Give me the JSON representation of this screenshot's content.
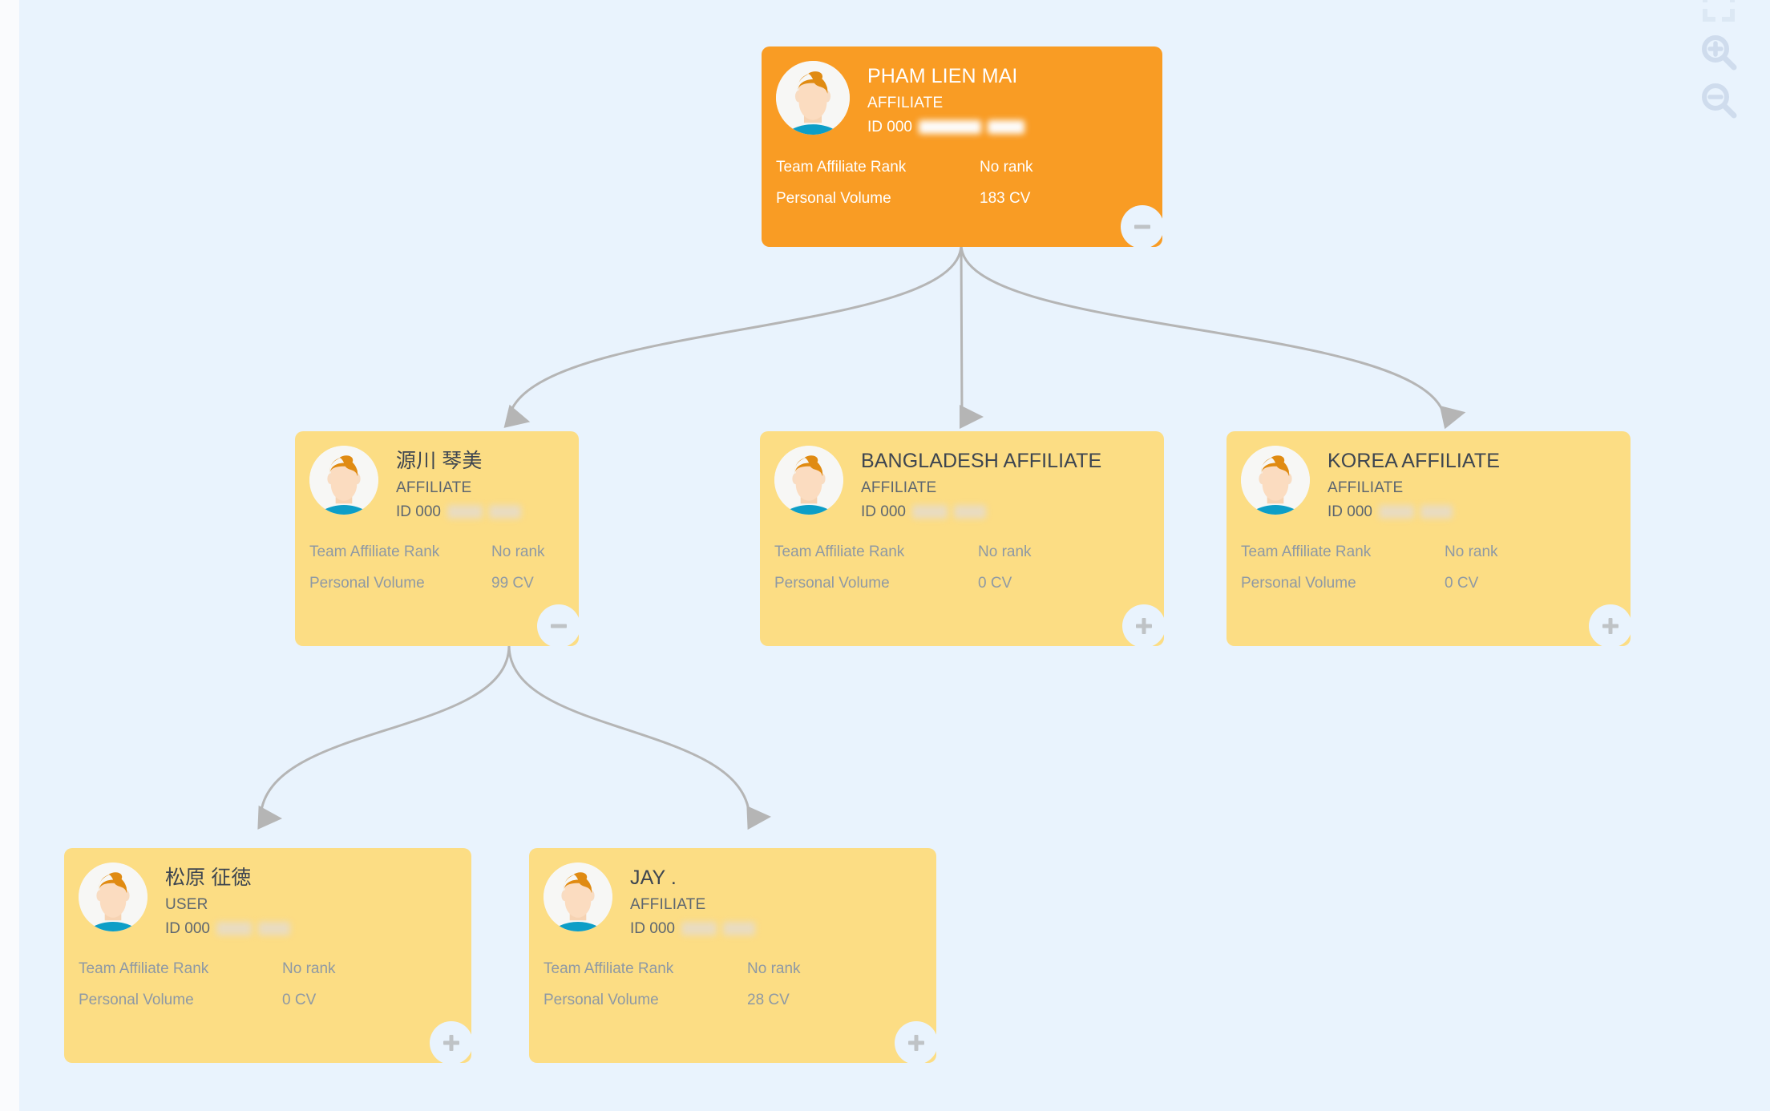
{
  "canvas": {
    "background_color": "#e9f3fd",
    "page_background_color": "#fafbfd",
    "edge_color": "#b5b5b5"
  },
  "controls": {
    "fullscreen_label": "fullscreen-toggle",
    "zoom_in_label": "zoom-in",
    "zoom_out_label": "zoom-out"
  },
  "labels": {
    "team_affiliate_rank": "Team Affiliate Rank",
    "personal_volume": "Personal Volume",
    "id_prefix": "ID 000"
  },
  "tree": {
    "root_id": "pham-lien-mai",
    "nodes": [
      {
        "id": "pham-lien-mai",
        "name": "PHAM LIEN MAI",
        "role": "AFFILIATE",
        "id_text": "ID 000",
        "id_masked": true,
        "team_affiliate_rank": "No rank",
        "personal_volume": "183 CV",
        "card_color": "#f99c24",
        "level": 0,
        "expanded": true,
        "toggle": "minus"
      },
      {
        "id": "minamikawa-kotomi",
        "name": "源川 琴美",
        "role": "AFFILIATE",
        "id_text": "ID 000",
        "id_masked": true,
        "team_affiliate_rank": "No rank",
        "personal_volume": "99 CV",
        "card_color": "#fcdd84",
        "level": 1,
        "expanded": true,
        "toggle": "minus"
      },
      {
        "id": "bangladesh-affiliate",
        "name": "BANGLADESH AFFILIATE",
        "role": "AFFILIATE",
        "id_text": "ID 000",
        "id_masked": true,
        "team_affiliate_rank": "No rank",
        "personal_volume": "0 CV",
        "card_color": "#fcdd84",
        "level": 1,
        "expanded": false,
        "toggle": "plus"
      },
      {
        "id": "korea-affiliate",
        "name": "KOREA AFFILIATE",
        "role": "AFFILIATE",
        "id_text": "ID 000",
        "id_masked": true,
        "team_affiliate_rank": "No rank",
        "personal_volume": "0 CV",
        "card_color": "#fcdd84",
        "level": 1,
        "expanded": false,
        "toggle": "plus"
      },
      {
        "id": "matsubara-masanori",
        "name": "松原 征徳",
        "role": "USER",
        "id_text": "ID 000",
        "id_masked": true,
        "team_affiliate_rank": "No rank",
        "personal_volume": "0 CV",
        "card_color": "#fcdd84",
        "level": 2,
        "expanded": false,
        "toggle": "plus"
      },
      {
        "id": "jay",
        "name": "JAY .",
        "role": "AFFILIATE",
        "id_text": "ID 000",
        "id_masked": true,
        "team_affiliate_rank": "No rank",
        "personal_volume": "28 CV",
        "card_color": "#fcdd84",
        "level": 2,
        "expanded": false,
        "toggle": "plus"
      }
    ]
  }
}
